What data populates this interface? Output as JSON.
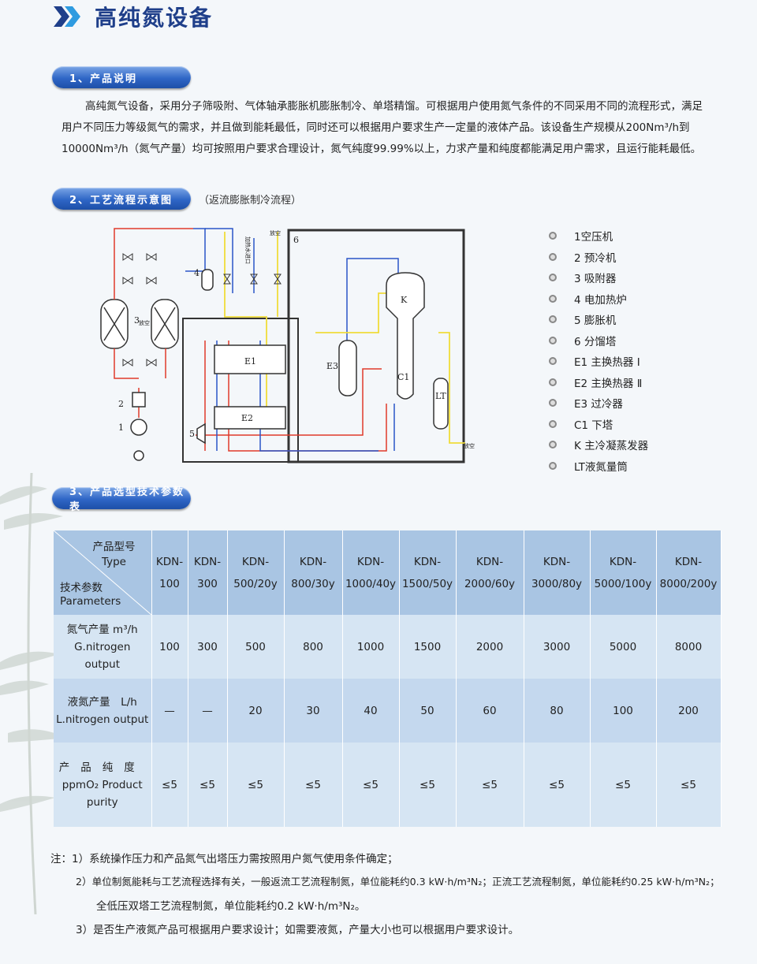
{
  "title": "高纯氮设备",
  "sections": {
    "s1": "1、产品说明",
    "s2": "2、工艺流程示意图",
    "s2_sub": "（返流膨胀制冷流程）",
    "s3": "3、产品选型技术参数表"
  },
  "description": {
    "line1": "高纯氮气设备，采用分子筛吸附、气体轴承膨胀机膨胀制冷、单塔精馏。可根据用户使用氮气条件的不同采用不同的流程形式，满足",
    "line2": "用户不同压力等级氮气的需求，并且做到能耗最低，同时还可以根据用户要求生产一定量的液体产品。该设备生产规模从200Nm³/h到",
    "line3": "10000Nm³/h（氮气产量）均可按照用户要求合理设计，氮气纯度99.99%以上，力求产量和纯度都能满足用户需求，且运行能耗最低。"
  },
  "diagram": {
    "labels": {
      "n1": "1",
      "n2": "2",
      "n3": "3",
      "n4": "4",
      "n5": "5",
      "n6": "6",
      "e1": "E1",
      "e2": "E2",
      "e3": "E3",
      "c1": "C1",
      "k": "K",
      "lt": "LT",
      "vent": "放空",
      "vent2": "放空",
      "vent3": "放空",
      "water": "加热水进口"
    }
  },
  "legend": [
    "1空压机",
    "2 预冷机",
    "3 吸附器",
    "4 电加热炉",
    "5 膨胀机",
    "6 分馏塔",
    "E1 主换热器 Ⅰ",
    "E2 主换热器 Ⅱ",
    "E3 过冷器",
    "C1 下塔",
    "K 主冷凝蒸发器",
    "LT液氮量筒"
  ],
  "table": {
    "type_label_cn": "产品型号",
    "type_label_en": "Type",
    "param_label_cn": "技术参数",
    "param_label_en": "Parameters",
    "models": [
      {
        "a": "KDN-",
        "b": "100"
      },
      {
        "a": "KDN-",
        "b": "300"
      },
      {
        "a": "KDN-",
        "b": "500/20y"
      },
      {
        "a": "KDN-",
        "b": "800/30y"
      },
      {
        "a": "KDN-",
        "b": "1000/40y"
      },
      {
        "a": "KDN-",
        "b": "1500/50y"
      },
      {
        "a": "KDN-",
        "b": "2000/60y"
      },
      {
        "a": "KDN-",
        "b": "3000/80y"
      },
      {
        "a": "KDN-",
        "b": "5000/100y"
      },
      {
        "a": "KDN-",
        "b": "8000/200y"
      }
    ],
    "rows": [
      {
        "label_cn": "氮气产量 m³/h",
        "label_en": "G.nitrogen output",
        "values": [
          "100",
          "300",
          "500",
          "800",
          "1000",
          "1500",
          "2000",
          "3000",
          "5000",
          "8000"
        ]
      },
      {
        "label_cn": "液氮产量　L/h",
        "label_en": "L.nitrogen output",
        "values": [
          "—",
          "—",
          "20",
          "30",
          "40",
          "50",
          "60",
          "80",
          "100",
          "200"
        ]
      },
      {
        "label_cn": "产品纯度",
        "label_en1": "ppmO₂ Product",
        "label_en2": "purity",
        "values": [
          "≤5",
          "≤5",
          "≤5",
          "≤5",
          "≤5",
          "≤5",
          "≤5",
          "≤5",
          "≤5",
          "≤5"
        ]
      }
    ]
  },
  "notes": {
    "n1": "注：1）系统操作压力和产品氮气出塔压力需按照用户氮气使用条件确定；",
    "n2": "2）单位制氮能耗与工艺流程选择有关，一般返流工艺流程制氮，单位能耗约0.3 kW·h/m³N₂；正流工艺流程制氮，单位能耗约0.25 kW·h/m³N₂；",
    "n2b": "全低压双塔工艺流程制氮，单位能耗约0.2 kW·h/m³N₂。",
    "n3": "3）是否生产液氮产品可根据用户要求设计；如需要液氮，产量大小也可以根据用户要求设计。"
  },
  "colors": {
    "title": "#1f3f8a",
    "pill": "#2f66c6",
    "table_head": "#a9c5e3",
    "table_row_light": "#d6e5f3",
    "table_row_dark": "#c4d8ee",
    "pipe_red": "#e03a2a",
    "pipe_blue": "#2a55c8",
    "pipe_yellow": "#f0dc3a"
  }
}
